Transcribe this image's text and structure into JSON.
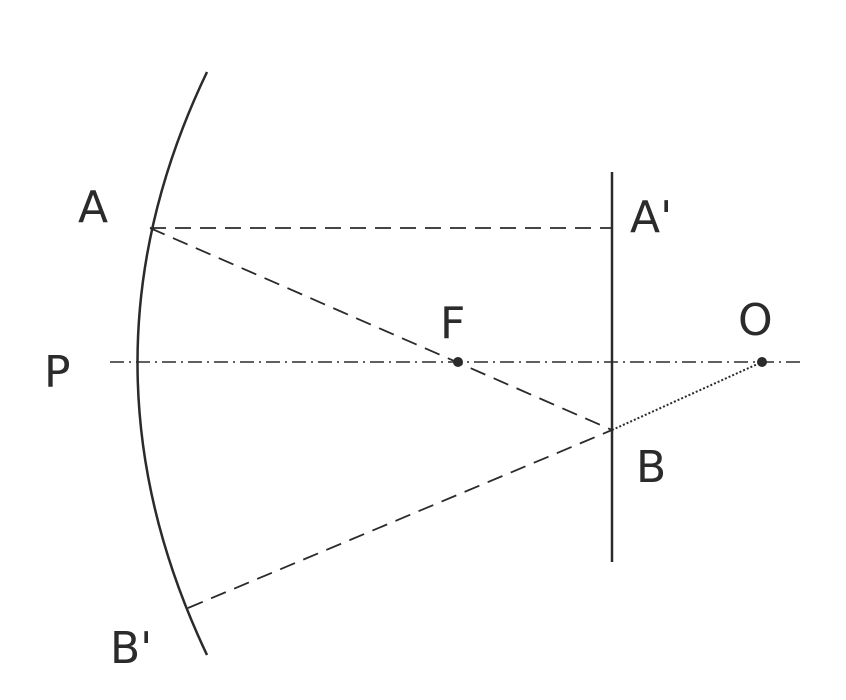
{
  "diagram": {
    "labels": {
      "A": "A",
      "A_prime": "A'",
      "F": "F",
      "O": "O",
      "P": "P",
      "B": "B",
      "B_prime": "B'"
    },
    "colors": {
      "stroke": "#2b2b2b",
      "label": "#2b2b2b"
    }
  }
}
